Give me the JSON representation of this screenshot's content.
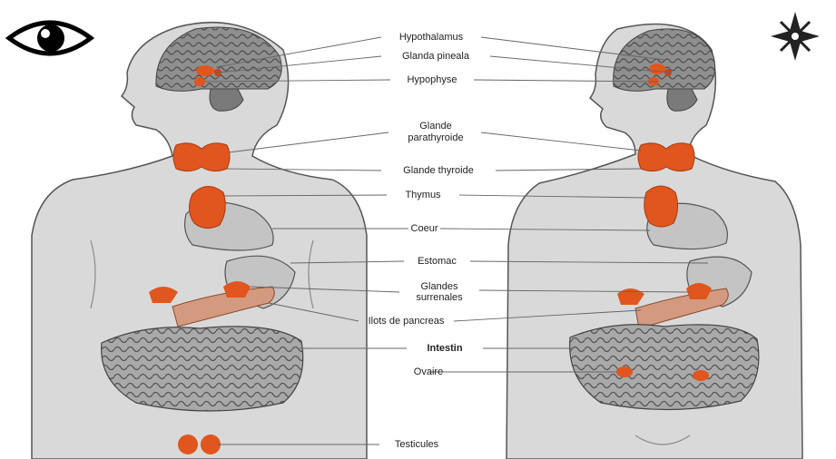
{
  "icons": {
    "left": "eye-icon",
    "right": "compass-rose-icon"
  },
  "labels": {
    "hypothalamus": "Hypothalamus",
    "pineal": "Glanda pineala",
    "pituitary": "Hypophyse",
    "parathyroid_1": "Glande",
    "parathyroid_2": "parathyroide",
    "thyroid": "Glande thyroide",
    "thymus": "Thymus",
    "heart": "Coeur",
    "stomach": "Estomac",
    "adrenal_1": "Glandes",
    "adrenal_2": "surrenales",
    "pancreas": "Ilots de pancreas",
    "intestine": "Intestin",
    "ovaries": "Ovaire",
    "testes": "Testicules"
  },
  "colors": {
    "body": "#d9d9d9",
    "outline": "#555555",
    "gland": "#e0561e",
    "brain": "#8c8c8c",
    "intestine": "#9a9a9a"
  }
}
